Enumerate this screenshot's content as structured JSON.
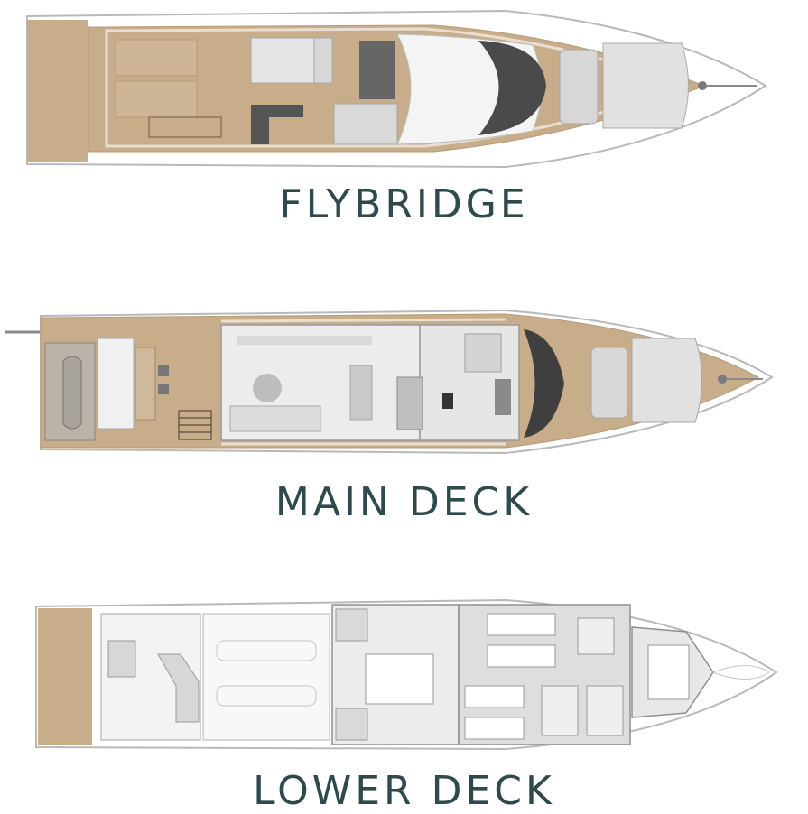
{
  "decks": [
    {
      "label": "FLYBRIDGE"
    },
    {
      "label": "MAIN DECK"
    },
    {
      "label": "LOWER DECK"
    }
  ],
  "colors": {
    "teak": "#c8ad8a",
    "teak_dark": "#b89a74",
    "hull_line": "#b9b9b9",
    "interior": "#ececec",
    "furniture": "#d7d7d7",
    "dark_glass": "#555555",
    "label": "#2f4a4c"
  }
}
